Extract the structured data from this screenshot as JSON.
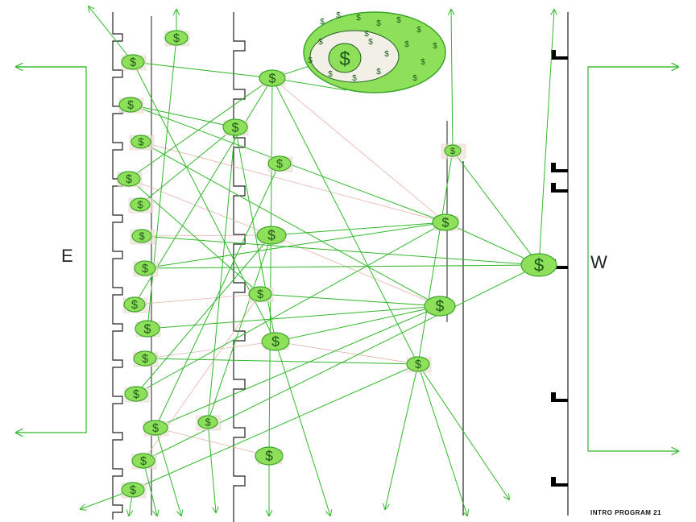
{
  "labels": {
    "east": "E",
    "west": "W"
  },
  "caption": "INTRO PROGRAM 21",
  "colors": {
    "node_fill": "#8ee05a",
    "node_stroke": "#3aa52a",
    "link": "#31b82a",
    "faint_link": "#e6b3a8",
    "street": "#222222",
    "symbol": "#1d5a1a"
  },
  "node_symbol": "$"
}
